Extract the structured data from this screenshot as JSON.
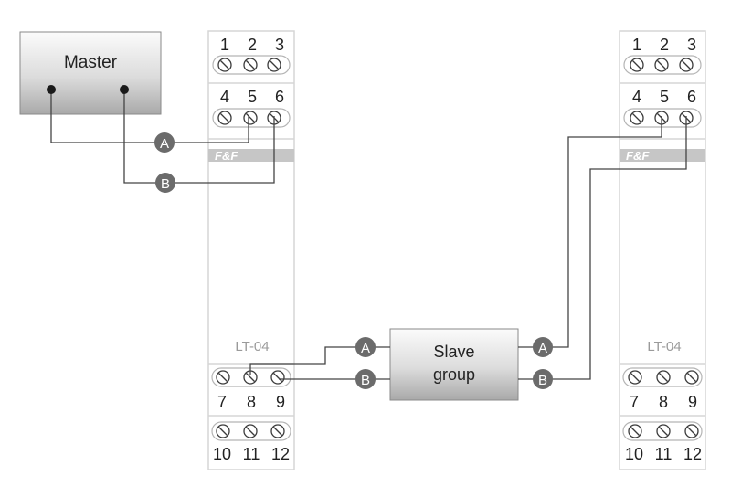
{
  "diagram": {
    "master_label": "Master",
    "slave_label_line1": "Slave",
    "slave_label_line2": "group",
    "brand_logo": "F&F",
    "device_model": "LT-04",
    "terminals_top_row1": [
      "1",
      "2",
      "3"
    ],
    "terminals_top_row2": [
      "4",
      "5",
      "6"
    ],
    "terminals_bottom_row1": [
      "7",
      "8",
      "9"
    ],
    "terminals_bottom_row2": [
      "10",
      "11",
      "12"
    ],
    "line_a_label": "A",
    "line_b_label": "B"
  },
  "colors": {
    "wire": "#444444",
    "badge": "#6b6b6b",
    "module_border": "#d6d6d6",
    "logo_band": "#c6c6c6"
  },
  "icons": [
    "screw-terminal-icon",
    "wire-node-icon"
  ]
}
